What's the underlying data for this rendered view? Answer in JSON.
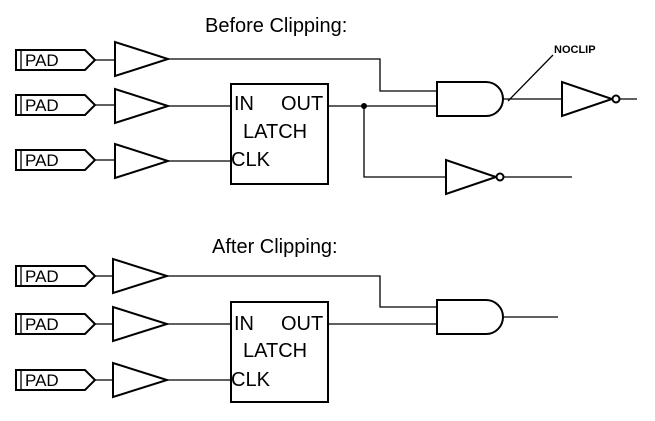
{
  "before": {
    "title": "Before Clipping:",
    "pads": [
      "PAD",
      "PAD",
      "PAD"
    ],
    "latch": {
      "in": "IN",
      "out": "OUT",
      "name": "LATCH",
      "clk": "CLK"
    },
    "noclip_label": "NOCLIP"
  },
  "after": {
    "title": "After Clipping:",
    "pads": [
      "PAD",
      "PAD",
      "PAD"
    ],
    "latch": {
      "in": "IN",
      "out": "OUT",
      "name": "LATCH",
      "clk": "CLK"
    }
  }
}
